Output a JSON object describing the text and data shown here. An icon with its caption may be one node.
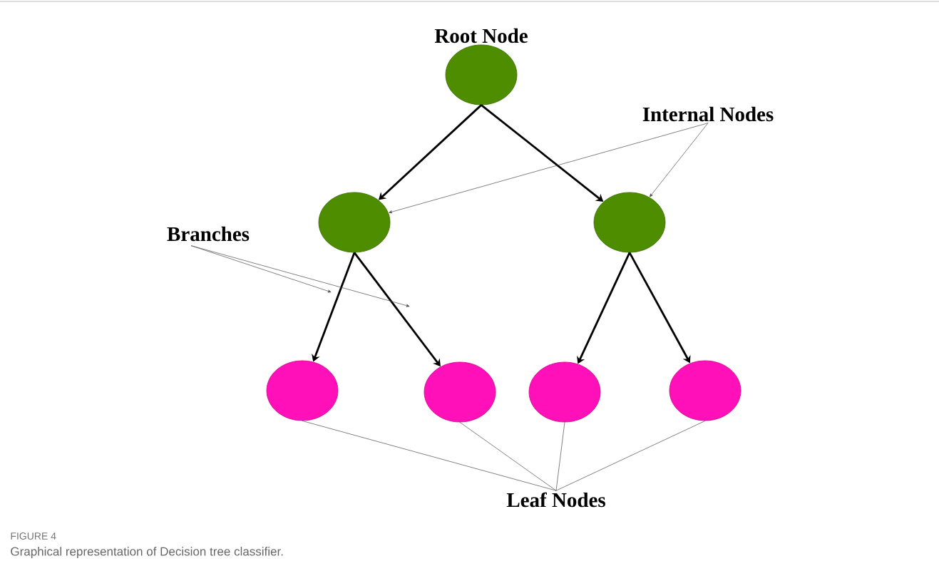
{
  "diagram": {
    "caption": "Graphical representation of Decision tree classifier.",
    "nodes": [
      {
        "text": [
          "Root Node"
        ]
      },
      {
        "text": [
          "Internal Nodes"
        ]
      },
      {
        "text": [],
        "shape": "circle"
      },
      {
        "text": [],
        "shape": "circle"
      },
      {
        "text": [
          "Branches"
        ]
      },
      {
        "text": [],
        "shape": "circle"
      },
      {
        "text": [],
        "shape": "circle"
      },
      {
        "text": [],
        "shape": "circle"
      },
      {
        "text": [],
        "shape": "circle"
      },
      {
        "text": [
          "Leaf Nodes"
        ]
      }
    ],
    "edges": [
      {
        "from": 0,
        "to": 2,
        "arrow": "to",
        "style": "thick",
        "color": "#000000"
      },
      {
        "from": 0,
        "to": 3,
        "arrow": "to",
        "style": "thick",
        "color": "#000000"
      },
      {
        "from": 2,
        "to": 5,
        "arrow": "to",
        "style": "thick",
        "color": "#000000"
      },
      {
        "from": 2,
        "to": 6,
        "arrow": "to",
        "style": "thick",
        "color": "#000000"
      },
      {
        "from": 3,
        "to": 7,
        "arrow": "to",
        "style": "thick",
        "color": "#000000"
      },
      {
        "from": 3,
        "to": 8,
        "arrow": "to",
        "style": "thick",
        "color": "#000000"
      },
      {
        "from": 1,
        "to": 2,
        "arrow": "to"
      },
      {
        "from": 1,
        "to": 3,
        "arrow": "to"
      },
      {
        "from": 4,
        "to": null,
        "arrow": "to"
      },
      {
        "from": 4,
        "to": null,
        "arrow": "to"
      },
      {
        "from": 9,
        "to": 5,
        "arrow": "none"
      },
      {
        "from": 9,
        "to": 6,
        "arrow": "none"
      },
      {
        "from": 9,
        "to": 7,
        "arrow": "none"
      },
      {
        "from": 9,
        "to": 8,
        "arrow": "none"
      }
    ],
    "labels": [
      "FIGURE 4"
    ]
  }
}
